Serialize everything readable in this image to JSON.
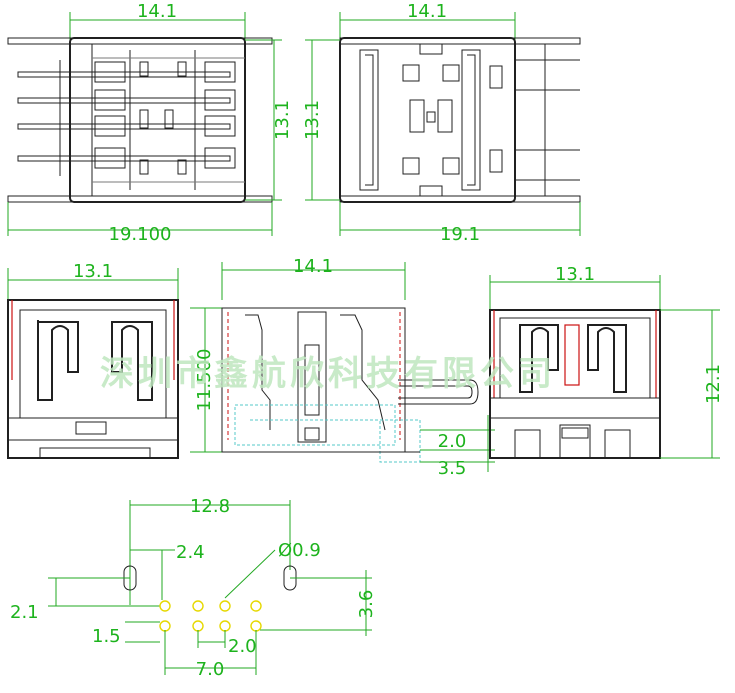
{
  "top_left_view": {
    "width_top": "14.1",
    "height_right": "13.1",
    "width_bottom": "19.100"
  },
  "top_right_view": {
    "width_top": "14.1",
    "height_left": "13.1",
    "width_bottom": "19.1"
  },
  "front_view": {
    "width_top": "13.1"
  },
  "side_view": {
    "width_top": "14.1",
    "height_left": "11.500",
    "dim_small_a": "2.0",
    "dim_small_b": "3.5"
  },
  "rear_view": {
    "width_top": "13.1",
    "height_right": "12.1"
  },
  "footprint": {
    "span": "12.8",
    "offset_x": "2.4",
    "hole_dia": "Ø0.9",
    "slot_y": "3.6",
    "row_y": "2.1",
    "row_pitch": "1.5",
    "pad_pitch": "2.0",
    "pad_span": "7.0"
  },
  "watermark": "深圳市鑫航欣科技有限公司",
  "colors": {
    "dimension": "#1db31d",
    "outline": "#202020",
    "highlight": "#cc1111",
    "hole": "#e6d800"
  }
}
